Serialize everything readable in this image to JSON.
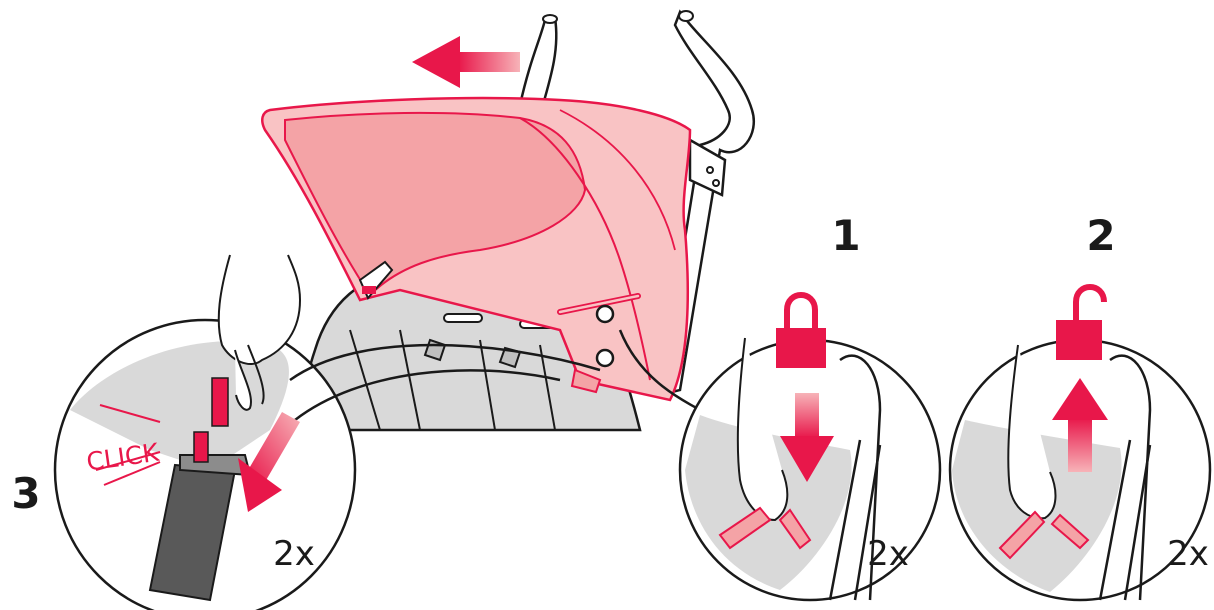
{
  "steps": {
    "step1": {
      "number": "1",
      "count": "2x"
    },
    "step2": {
      "number": "2",
      "count": "2x"
    },
    "step3": {
      "number": "3",
      "count": "2x",
      "sound": "CLICK"
    }
  },
  "colors": {
    "accent": "#e8174a",
    "canopy": "#f9c3c4",
    "canopy_inner": "#f4a3a6",
    "seat": "#d9d9d9",
    "line": "#1a1a1a"
  },
  "icons": {
    "step1": "lock-closed-icon",
    "step2": "lock-open-icon",
    "direction_top": "arrow-left-icon"
  }
}
